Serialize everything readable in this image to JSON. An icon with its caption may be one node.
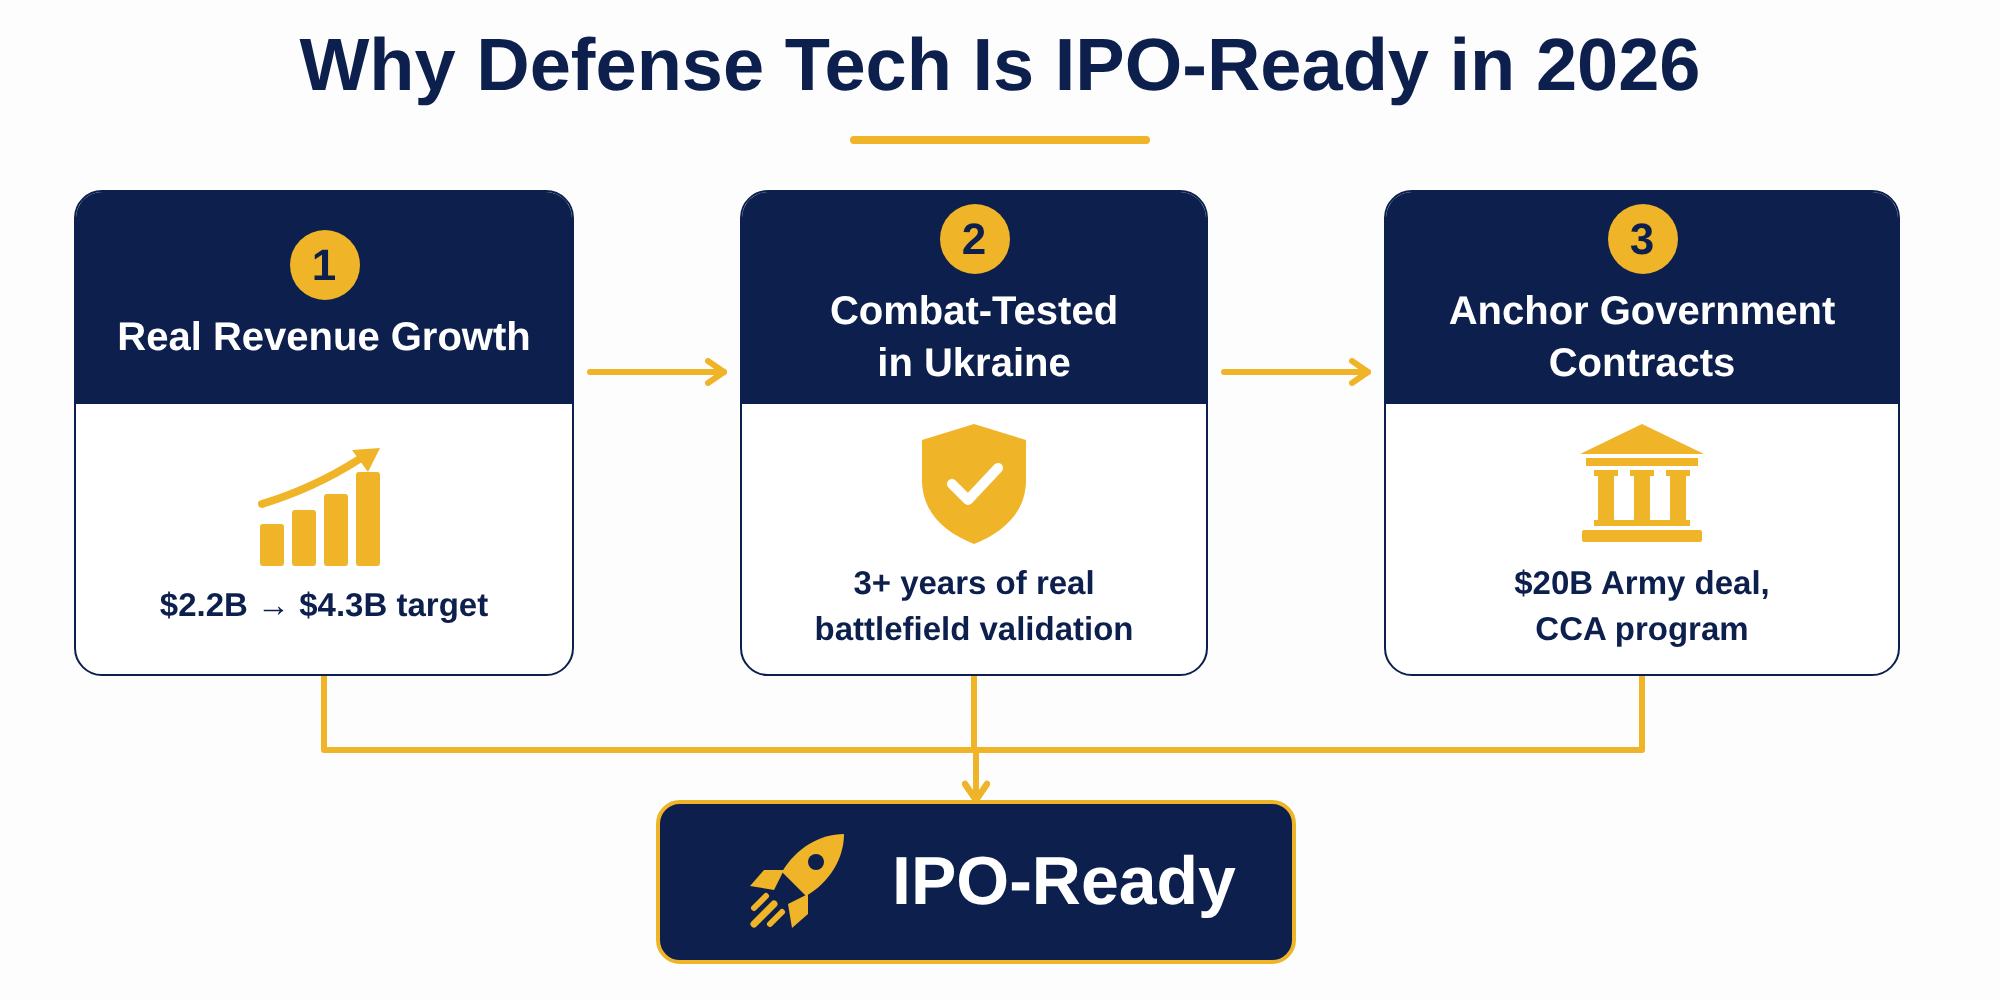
{
  "diagram": {
    "title": "Why Defense Tech Is IPO-Ready in 2026",
    "nodes": [
      {
        "text": [
          "Real Revenue Growth",
          "$2.2B → $4.3B target"
        ]
      },
      {
        "text": [
          "1"
        ],
        "in": 0
      },
      {
        "text": [
          "Combat-Tested in Ukraine",
          "3+ years of real battlefield validation"
        ]
      },
      {
        "text": [
          "2"
        ],
        "in": 2
      },
      {
        "text": [
          "Anchor Government Contracts",
          "$20B Army deal, CCA program"
        ]
      },
      {
        "text": [
          "3"
        ],
        "in": 4
      },
      {
        "text": [
          "IPO-Ready"
        ]
      }
    ],
    "edges": [
      {
        "from": 0,
        "to": 2,
        "arrow": "to"
      },
      {
        "from": 2,
        "to": 4,
        "arrow": "to"
      },
      {
        "from": 0,
        "to": 6,
        "arrow": "to"
      },
      {
        "from": 2,
        "to": 6,
        "arrow": "to"
      },
      {
        "from": 4,
        "to": 6,
        "arrow": "to"
      }
    ]
  }
}
